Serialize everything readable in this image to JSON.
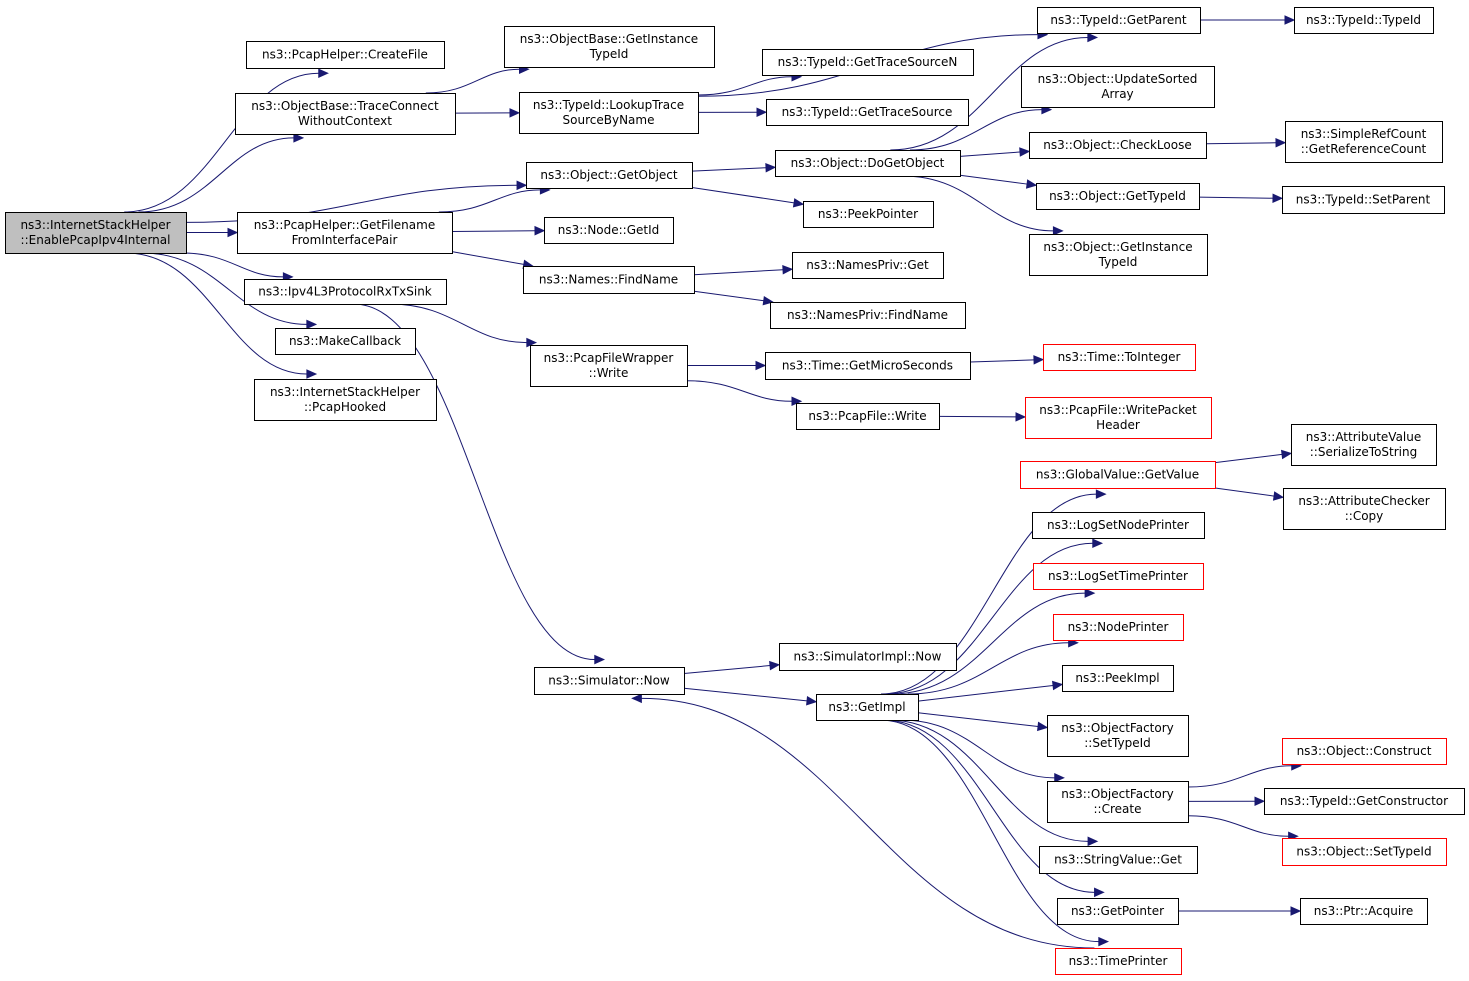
{
  "graph": {
    "nodes": [
      {
        "id": "root",
        "lines": [
          "ns3::InternetStackHelper",
          "::EnablePcapIpv4Internal"
        ],
        "style": "root"
      },
      {
        "id": "createfile",
        "lines": [
          "ns3::PcapHelper::CreateFile"
        ],
        "style": "normal"
      },
      {
        "id": "traceconnect",
        "lines": [
          "ns3::ObjectBase::TraceConnect",
          "WithoutContext"
        ],
        "style": "normal"
      },
      {
        "id": "getfilename",
        "lines": [
          "ns3::PcapHelper::GetFilename",
          "FromInterfacePair"
        ],
        "style": "normal"
      },
      {
        "id": "ipv4sink",
        "lines": [
          "ns3::Ipv4L3ProtocolRxTxSink"
        ],
        "style": "normal"
      },
      {
        "id": "makecallback",
        "lines": [
          "ns3::MakeCallback"
        ],
        "style": "normal"
      },
      {
        "id": "pcaphooked",
        "lines": [
          "ns3::InternetStackHelper",
          "::PcapHooked"
        ],
        "style": "normal"
      },
      {
        "id": "getinstancetypeid1",
        "lines": [
          "ns3::ObjectBase::GetInstance",
          "TypeId"
        ],
        "style": "normal"
      },
      {
        "id": "lookuptrace",
        "lines": [
          "ns3::TypeId::LookupTrace",
          "SourceByName"
        ],
        "style": "normal"
      },
      {
        "id": "getobject",
        "lines": [
          "ns3::Object::GetObject"
        ],
        "style": "normal"
      },
      {
        "id": "nodegetid",
        "lines": [
          "ns3::Node::GetId"
        ],
        "style": "normal"
      },
      {
        "id": "findname",
        "lines": [
          "ns3::Names::FindName"
        ],
        "style": "normal"
      },
      {
        "id": "pcapfilewrapper",
        "lines": [
          "ns3::PcapFileWrapper",
          "::Write"
        ],
        "style": "normal"
      },
      {
        "id": "simnow",
        "lines": [
          "ns3::Simulator::Now"
        ],
        "style": "normal"
      },
      {
        "id": "gettracesourcen",
        "lines": [
          "ns3::TypeId::GetTraceSourceN"
        ],
        "style": "normal"
      },
      {
        "id": "gettracesource",
        "lines": [
          "ns3::TypeId::GetTraceSource"
        ],
        "style": "normal"
      },
      {
        "id": "dogetobject",
        "lines": [
          "ns3::Object::DoGetObject"
        ],
        "style": "normal"
      },
      {
        "id": "peekpointer",
        "lines": [
          "ns3::PeekPointer"
        ],
        "style": "normal"
      },
      {
        "id": "namesprivget",
        "lines": [
          "ns3::NamesPriv::Get"
        ],
        "style": "normal"
      },
      {
        "id": "namesprivfind",
        "lines": [
          "ns3::NamesPriv::FindName"
        ],
        "style": "normal"
      },
      {
        "id": "getmicro",
        "lines": [
          "ns3::Time::GetMicroSeconds"
        ],
        "style": "normal"
      },
      {
        "id": "pcapfilewrite",
        "lines": [
          "ns3::PcapFile::Write"
        ],
        "style": "normal"
      },
      {
        "id": "simimplnow",
        "lines": [
          "ns3::SimulatorImpl::Now"
        ],
        "style": "normal"
      },
      {
        "id": "getimpl",
        "lines": [
          "ns3::GetImpl"
        ],
        "style": "normal"
      },
      {
        "id": "getparent",
        "lines": [
          "ns3::TypeId::GetParent"
        ],
        "style": "normal"
      },
      {
        "id": "updatesorted",
        "lines": [
          "ns3::Object::UpdateSorted",
          "Array"
        ],
        "style": "normal"
      },
      {
        "id": "checkloose",
        "lines": [
          "ns3::Object::CheckLoose"
        ],
        "style": "normal"
      },
      {
        "id": "objgettypeid",
        "lines": [
          "ns3::Object::GetTypeId"
        ],
        "style": "normal"
      },
      {
        "id": "objgetinstance",
        "lines": [
          "ns3::Object::GetInstance",
          "TypeId"
        ],
        "style": "normal"
      },
      {
        "id": "tointeger",
        "lines": [
          "ns3::Time::ToInteger"
        ],
        "style": "trunc"
      },
      {
        "id": "writepacketheader",
        "lines": [
          "ns3::PcapFile::WritePacket",
          "Header"
        ],
        "style": "trunc"
      },
      {
        "id": "globalvalue",
        "lines": [
          "ns3::GlobalValue::GetValue"
        ],
        "style": "trunc"
      },
      {
        "id": "lognodeprinter",
        "lines": [
          "ns3::LogSetNodePrinter"
        ],
        "style": "normal"
      },
      {
        "id": "logtimeprinter",
        "lines": [
          "ns3::LogSetTimePrinter"
        ],
        "style": "trunc"
      },
      {
        "id": "nodeprinter",
        "lines": [
          "ns3::NodePrinter"
        ],
        "style": "trunc"
      },
      {
        "id": "peekimpl",
        "lines": [
          "ns3::PeekImpl"
        ],
        "style": "normal"
      },
      {
        "id": "settypeid_factory",
        "lines": [
          "ns3::ObjectFactory",
          "::SetTypeId"
        ],
        "style": "normal"
      },
      {
        "id": "factorycreate",
        "lines": [
          "ns3::ObjectFactory",
          "::Create"
        ],
        "style": "normal"
      },
      {
        "id": "stringvalueget",
        "lines": [
          "ns3::StringValue::Get"
        ],
        "style": "normal"
      },
      {
        "id": "getpointer",
        "lines": [
          "ns3::GetPointer"
        ],
        "style": "normal"
      },
      {
        "id": "timeprinter",
        "lines": [
          "ns3::TimePrinter"
        ],
        "style": "trunc"
      },
      {
        "id": "typeidtypeid",
        "lines": [
          "ns3::TypeId::TypeId"
        ],
        "style": "normal"
      },
      {
        "id": "simplerefcount",
        "lines": [
          "ns3::SimpleRefCount",
          "::GetReferenceCount"
        ],
        "style": "normal"
      },
      {
        "id": "setparent",
        "lines": [
          "ns3::TypeId::SetParent"
        ],
        "style": "normal"
      },
      {
        "id": "serializetostring",
        "lines": [
          "ns3::AttributeValue",
          "::SerializeToString"
        ],
        "style": "normal"
      },
      {
        "id": "checkercopy",
        "lines": [
          "ns3::AttributeChecker",
          "::Copy"
        ],
        "style": "normal"
      },
      {
        "id": "objconstruct",
        "lines": [
          "ns3::Object::Construct"
        ],
        "style": "trunc"
      },
      {
        "id": "getconstructor",
        "lines": [
          "ns3::TypeId::GetConstructor"
        ],
        "style": "normal"
      },
      {
        "id": "objsettypeid",
        "lines": [
          "ns3::Object::SetTypeId"
        ],
        "style": "trunc"
      },
      {
        "id": "ptracquire",
        "lines": [
          "ns3::Ptr::Acquire"
        ],
        "style": "normal"
      }
    ],
    "edges": [
      [
        "root",
        "createfile"
      ],
      [
        "root",
        "traceconnect"
      ],
      [
        "root",
        "getobject"
      ],
      [
        "root",
        "getfilename"
      ],
      [
        "root",
        "ipv4sink"
      ],
      [
        "root",
        "makecallback"
      ],
      [
        "root",
        "pcaphooked"
      ],
      [
        "traceconnect",
        "getinstancetypeid1"
      ],
      [
        "traceconnect",
        "lookuptrace"
      ],
      [
        "lookuptrace",
        "getparent"
      ],
      [
        "lookuptrace",
        "gettracesourcen"
      ],
      [
        "lookuptrace",
        "gettracesource"
      ],
      [
        "getobject",
        "dogetobject"
      ],
      [
        "getobject",
        "peekpointer"
      ],
      [
        "getfilename",
        "getobject"
      ],
      [
        "getfilename",
        "nodegetid"
      ],
      [
        "getfilename",
        "findname"
      ],
      [
        "findname",
        "namesprivget"
      ],
      [
        "findname",
        "namesprivfind"
      ],
      [
        "ipv4sink",
        "pcapfilewrapper"
      ],
      [
        "ipv4sink",
        "simnow"
      ],
      [
        "pcapfilewrapper",
        "getmicro"
      ],
      [
        "pcapfilewrapper",
        "pcapfilewrite"
      ],
      [
        "getmicro",
        "tointeger"
      ],
      [
        "pcapfilewrite",
        "writepacketheader"
      ],
      [
        "dogetobject",
        "getparent"
      ],
      [
        "dogetobject",
        "updatesorted"
      ],
      [
        "dogetobject",
        "checkloose"
      ],
      [
        "dogetobject",
        "objgettypeid"
      ],
      [
        "dogetobject",
        "objgetinstance"
      ],
      [
        "getparent",
        "typeidtypeid"
      ],
      [
        "checkloose",
        "simplerefcount"
      ],
      [
        "objgettypeid",
        "setparent"
      ],
      [
        "simnow",
        "simimplnow"
      ],
      [
        "simnow",
        "getimpl"
      ],
      [
        "getimpl",
        "globalvalue"
      ],
      [
        "getimpl",
        "lognodeprinter"
      ],
      [
        "getimpl",
        "logtimeprinter"
      ],
      [
        "getimpl",
        "nodeprinter"
      ],
      [
        "getimpl",
        "peekimpl"
      ],
      [
        "getimpl",
        "settypeid_factory"
      ],
      [
        "getimpl",
        "factorycreate"
      ],
      [
        "getimpl",
        "stringvalueget"
      ],
      [
        "getimpl",
        "getpointer"
      ],
      [
        "getimpl",
        "timeprinter"
      ],
      [
        "globalvalue",
        "serializetostring"
      ],
      [
        "globalvalue",
        "checkercopy"
      ],
      [
        "factorycreate",
        "objconstruct"
      ],
      [
        "factorycreate",
        "getconstructor"
      ],
      [
        "factorycreate",
        "objsettypeid"
      ],
      [
        "getpointer",
        "ptracquire"
      ],
      [
        "timeprinter",
        "simnow"
      ]
    ]
  }
}
